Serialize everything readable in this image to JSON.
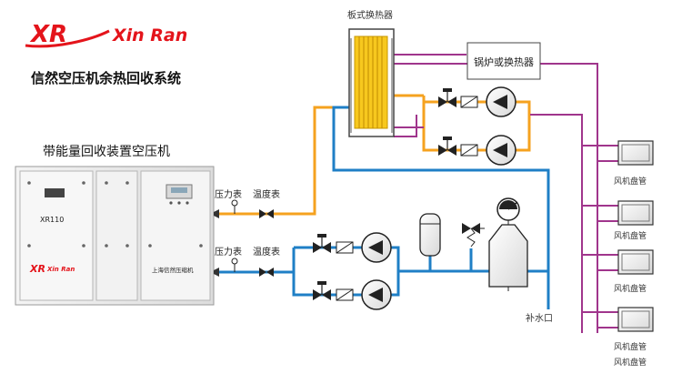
{
  "brand": {
    "logo_mark": "XR",
    "name": "Xin Ran",
    "color": "#e4141b"
  },
  "title": "信然空压机余热回收系统",
  "compressor": {
    "heading": "带能量回收装置空压机",
    "model": "XR110",
    "panel_logo_mark": "XR",
    "panel_logo_name": "Xin Ran",
    "maker_plate": "上海信然压缩机"
  },
  "labels": {
    "heat_exchanger": "板式换热器",
    "boiler": "锅炉或换热器",
    "pressure_gauge_top": "压力表",
    "temp_gauge_top": "温度表",
    "pressure_gauge_bottom": "压力表",
    "temp_gauge_bottom": "温度表",
    "makeup_water": "补水口"
  },
  "fan_coils": [
    "风机盘管",
    "风机盘管",
    "风机盘管",
    "风机盘管",
    "风机盘管"
  ],
  "colors": {
    "oil_pipe": "#f5a21f",
    "water_pipe": "#1f7fc6",
    "heating_pipe": "#a0358c",
    "exchanger_fill": "#f7c81e"
  }
}
